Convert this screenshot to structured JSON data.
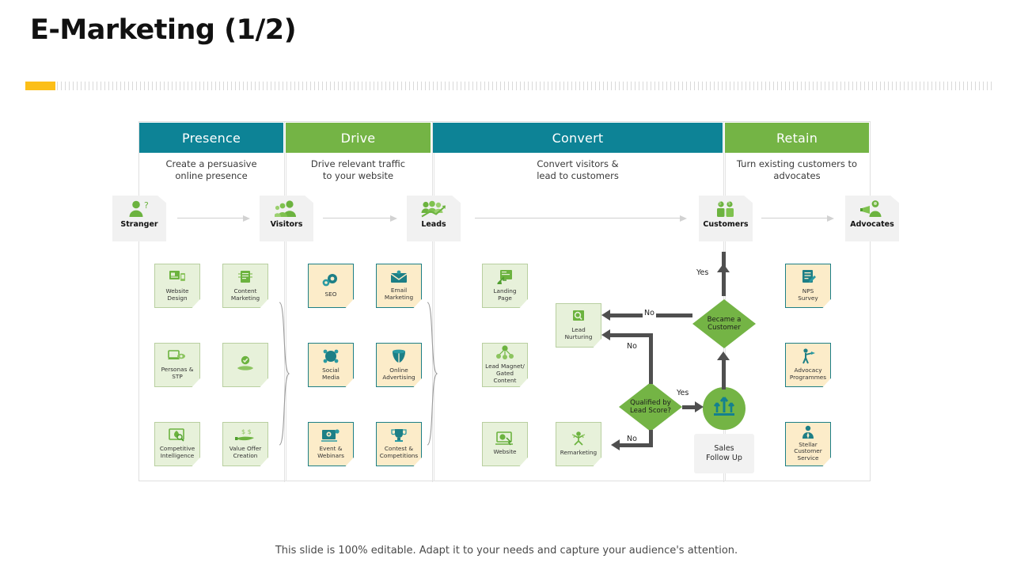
{
  "slide": {
    "title": "E-Marketing (1/2)",
    "footer": "This slide is 100% editable. Adapt it to your needs and capture your audience's attention.",
    "accent_color": "#fcbf18",
    "teal_color": "#0d8396",
    "green_color": "#74b445"
  },
  "columns": [
    {
      "header": "Presence",
      "subtitle": "Create a persuasive\nonline presence",
      "subtitle_l1": "Create a persuasive",
      "subtitle_l2": "online presence",
      "color": "#0d8396"
    },
    {
      "header": "Drive",
      "subtitle_l1": "Drive relevant traffic",
      "subtitle_l2": "to your website",
      "color": "#74b445"
    },
    {
      "header": "Convert",
      "subtitle_l1": "Convert visitors &",
      "subtitle_l2": "lead to customers",
      "color": "#0d8396"
    },
    {
      "header": "Retain",
      "subtitle_l1": "Turn existing customers to",
      "subtitle_l2": "advocates",
      "color": "#74b445"
    }
  ],
  "stages": [
    {
      "label": "Stranger",
      "icon": "person-question-icon"
    },
    {
      "label": "Visitors",
      "icon": "people-group-icon"
    },
    {
      "label": "Leads",
      "icon": "people-trend-icon"
    },
    {
      "label": "Customers",
      "icon": "people-money-icon"
    },
    {
      "label": "Advocates",
      "icon": "person-megaphone-icon"
    }
  ],
  "cards": {
    "presence": [
      {
        "l1": "Website",
        "l2": "Design",
        "icon": "website-design-icon"
      },
      {
        "l1": "Content",
        "l2": "Marketing",
        "icon": "content-marketing-icon"
      },
      {
        "l1": "Personas &",
        "l2": "STP",
        "icon": "personas-stp-icon"
      },
      {
        "l1": "",
        "l2": "",
        "icon": "hand-check-icon"
      },
      {
        "l1": "Competitive",
        "l2": "Intelligence",
        "icon": "competitive-intelligence-icon"
      },
      {
        "l1": "Value Offer",
        "l2": "Creation",
        "icon": "value-offer-icon"
      }
    ],
    "drive": [
      {
        "l1": "SEO",
        "l2": "",
        "icon": "seo-gears-icon"
      },
      {
        "l1": "Email",
        "l2": "Marketing",
        "icon": "email-marketing-icon"
      },
      {
        "l1": "Social",
        "l2": "Media",
        "icon": "social-media-icon"
      },
      {
        "l1": "Online",
        "l2": "Advertising",
        "icon": "online-advertising-icon"
      },
      {
        "l1": "Event &",
        "l2": "Webinars",
        "icon": "event-webinars-icon"
      },
      {
        "l1": "Contest &",
        "l2": "Competitions",
        "icon": "contest-competitions-icon"
      }
    ],
    "convert_left": [
      {
        "l1": "Landing",
        "l2": "Page",
        "icon": "landing-page-icon"
      },
      {
        "l1": "Lead Magnet/",
        "l2": "Gated Content",
        "icon": "lead-magnet-icon"
      },
      {
        "l1": "Website",
        "l2": "",
        "icon": "website-icon"
      }
    ],
    "convert_right": [
      {
        "l1": "Lead",
        "l2": "Nurturing",
        "icon": "lead-nurturing-icon"
      },
      {
        "l1": "Remarketing",
        "l2": "",
        "icon": "remarketing-icon"
      }
    ],
    "retain": [
      {
        "l1": "NPS",
        "l2": "Survey",
        "icon": "nps-survey-icon"
      },
      {
        "l1": "Advocacy",
        "l2": "Programmes",
        "icon": "advocacy-programmes-icon"
      },
      {
        "l1": "Stellar",
        "l2": "Customer",
        "l3": "Service",
        "icon": "stellar-customer-service-icon"
      }
    ]
  },
  "flow": {
    "decision_qualified_l1": "Qualified by",
    "decision_qualified_l2": "Lead Score?",
    "decision_became_l1": "Became a",
    "decision_became_l2": "Customer",
    "sales_follow_up_l1": "Sales",
    "sales_follow_up_l2": "Follow Up",
    "label_yes_1": "Yes",
    "label_yes_2": "Yes",
    "label_no_1": "No",
    "label_no_2": "No",
    "label_no_3": "No",
    "growth_icon": "growth-arrows-icon"
  }
}
